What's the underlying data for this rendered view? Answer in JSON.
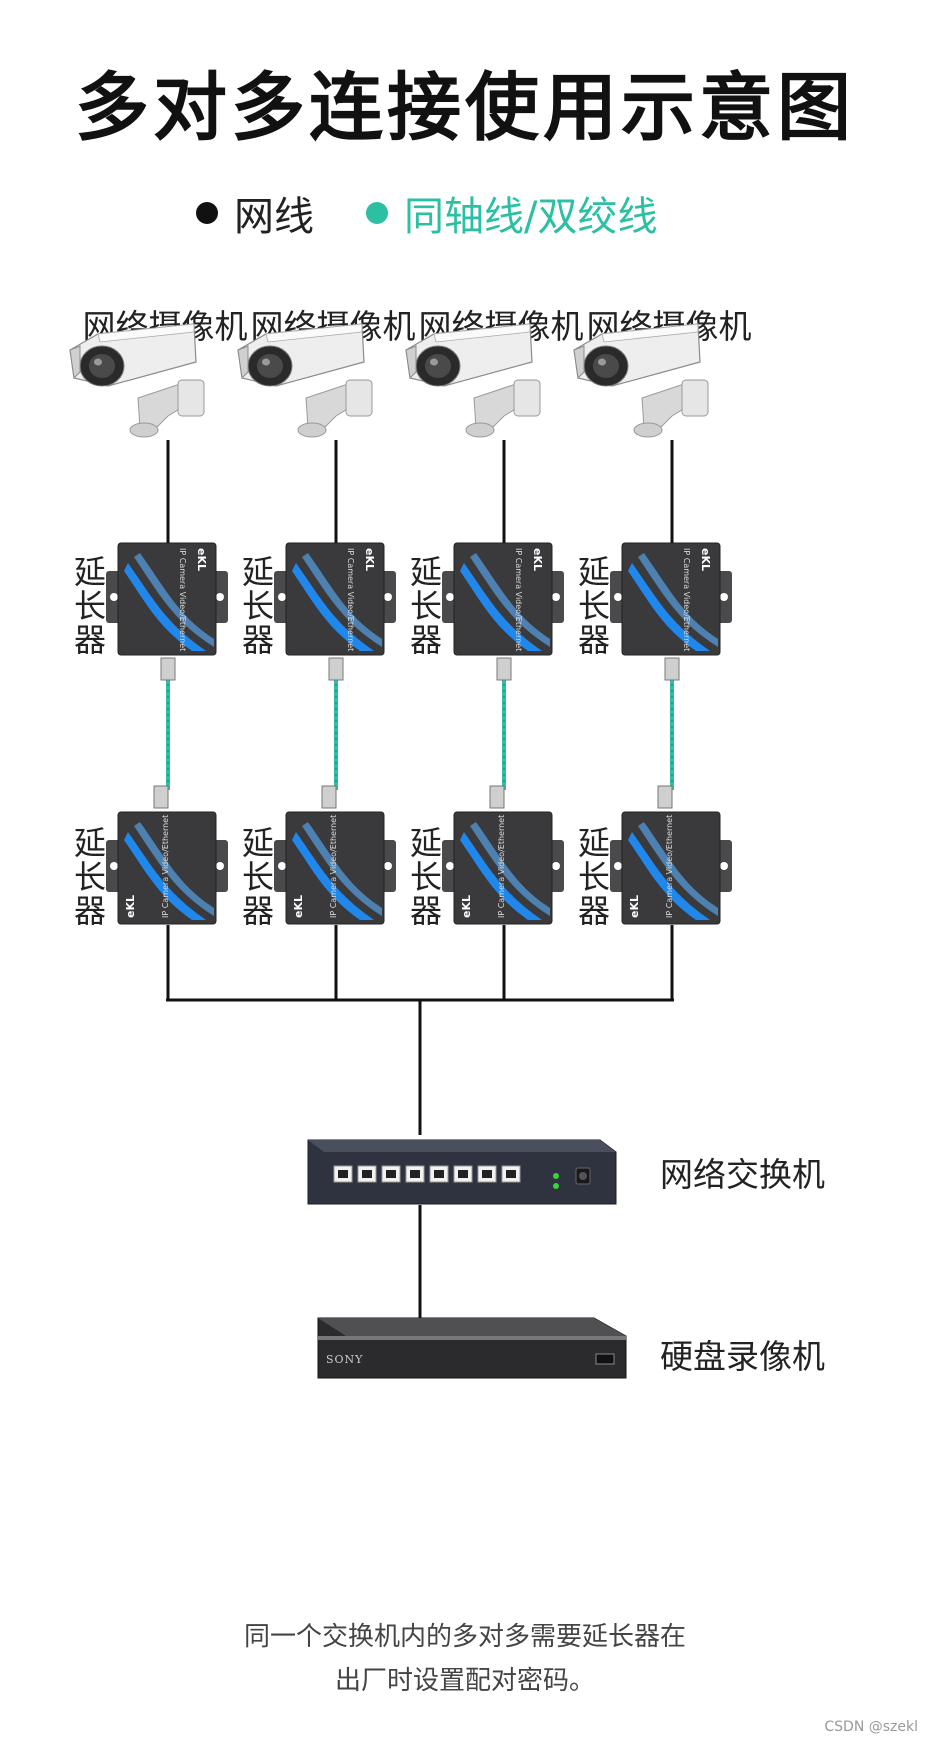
{
  "title": "多对多连接使用示意图",
  "legend": {
    "ethernet": {
      "label": "网线",
      "color": "#111111"
    },
    "coax": {
      "label": "同轴线/双绞线",
      "color": "#2bbfa4"
    }
  },
  "cameras": [
    {
      "label": "网络摄像机"
    },
    {
      "label": "网络摄像机"
    },
    {
      "label": "网络摄像机"
    },
    {
      "label": "网络摄像机"
    }
  ],
  "extenders_top": [
    {
      "label": "延长器",
      "brand": "eKL",
      "model": "IP Camera Video/Ethernet"
    },
    {
      "label": "延长器",
      "brand": "eKL",
      "model": "IP Camera Video/Ethernet"
    },
    {
      "label": "延长器",
      "brand": "eKL",
      "model": "IP Camera Video/Ethernet"
    },
    {
      "label": "延长器",
      "brand": "eKL",
      "model": "IP Camera Video/Ethernet"
    }
  ],
  "extenders_bottom": [
    {
      "label": "延长器",
      "brand": "eKL",
      "model": "IP Camera Video/Ethernet"
    },
    {
      "label": "延长器",
      "brand": "eKL",
      "model": "IP Camera Video/Ethernet"
    },
    {
      "label": "延长器",
      "brand": "eKL",
      "model": "IP Camera Video/Ethernet"
    },
    {
      "label": "延长器",
      "brand": "eKL",
      "model": "IP Camera Video/Ethernet"
    }
  ],
  "switch": {
    "label": "网络交换机",
    "port_count": 8
  },
  "nvr": {
    "label": "硬盘录像机",
    "brand": "SONY"
  },
  "caption_lines": [
    "同一个交换机内的多对多需要延长器在",
    "出厂时设置配对密码。"
  ],
  "watermark": "CSDN @szekl",
  "colors": {
    "coax": "#2bbfa4",
    "ethernet": "#111111",
    "device": "#3a3a3c",
    "accent": "#1e90ff"
  }
}
